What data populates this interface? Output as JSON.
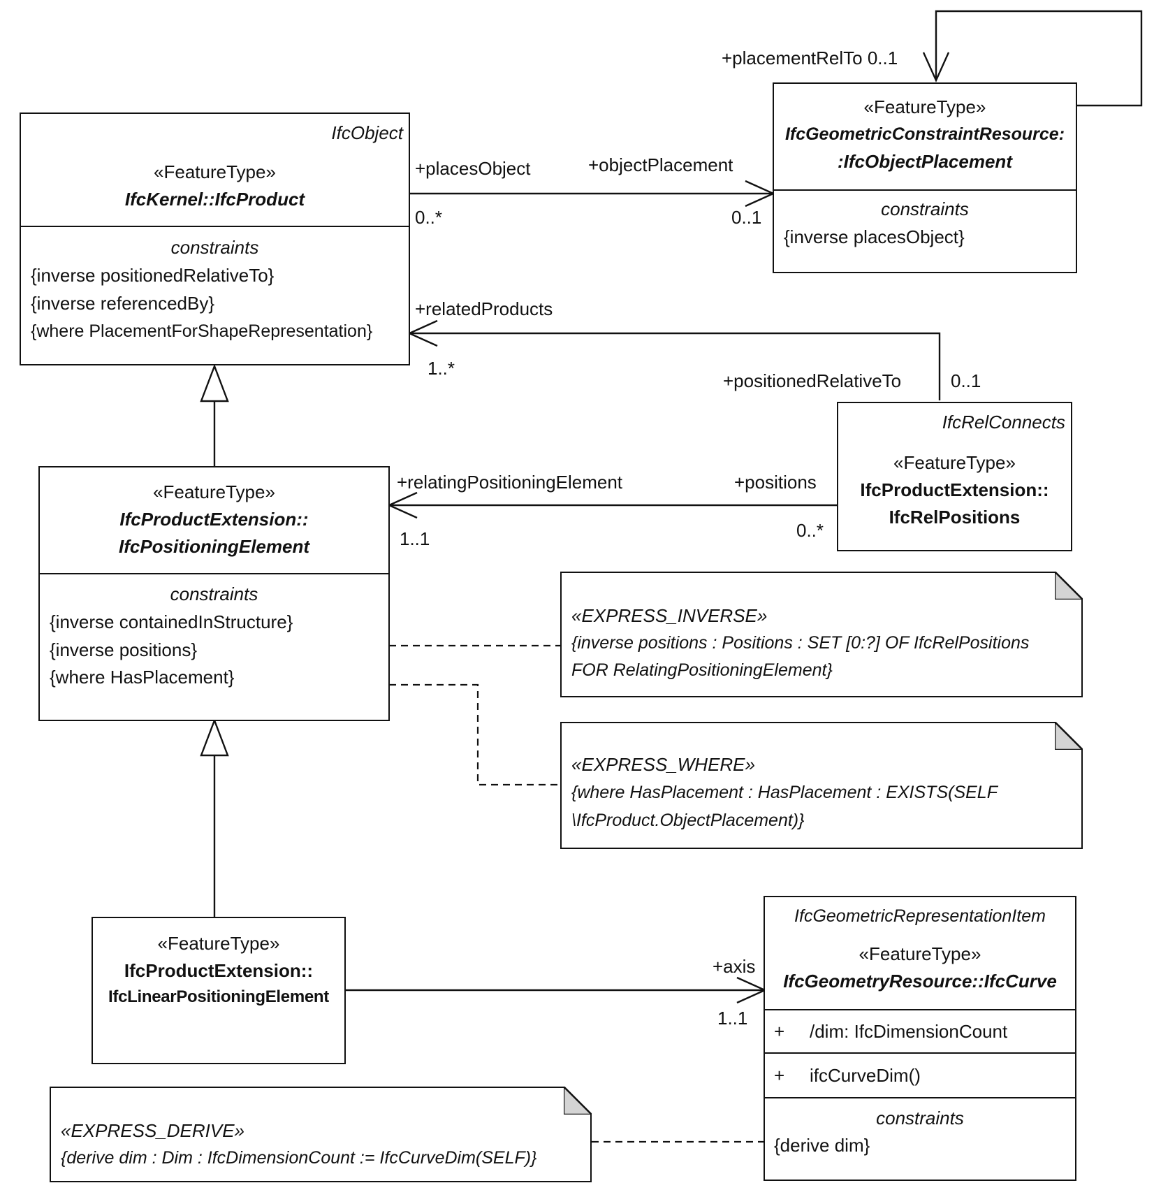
{
  "classes": {
    "ifc_product": {
      "parent": "IfcObject",
      "stereotype": "«FeatureType»",
      "name": "IfcKernel::IfcProduct",
      "constraints_title": "constraints",
      "constraints": [
        "{inverse positionedRelativeTo}",
        "{inverse referencedBy}",
        "{where PlacementForShapeRepresentation}"
      ]
    },
    "ifc_object_placement": {
      "stereotype": "«FeatureType»",
      "name_line1": "IfcGeometricConstraintResource:",
      "name_line2": ":IfcObjectPlacement",
      "constraints_title": "constraints",
      "constraints": [
        "{inverse placesObject}"
      ]
    },
    "ifc_rel_positions": {
      "parent": "IfcRelConnects",
      "stereotype": "«FeatureType»",
      "name_line1": "IfcProductExtension::",
      "name_line2": "IfcRelPositions"
    },
    "ifc_positioning_element": {
      "stereotype": "«FeatureType»",
      "name_line1": "IfcProductExtension::",
      "name_line2": "IfcPositioningElement",
      "constraints_title": "constraints",
      "constraints": [
        "{inverse containedInStructure}",
        "{inverse positions}",
        "{where HasPlacement}"
      ]
    },
    "ifc_linear_positioning_element": {
      "stereotype": "«FeatureType»",
      "name_line1": "IfcProductExtension::",
      "name_line2": "IfcLinearPositioningElement"
    },
    "ifc_curve": {
      "parent": "IfcGeometricRepresentationItem",
      "stereotype": "«FeatureType»",
      "name": "IfcGeometryResource::IfcCurve",
      "attribute_visibility": "+",
      "attribute": "/dim: IfcDimensionCount",
      "operation_visibility": "+",
      "operation": "ifcCurveDim()",
      "constraints_title": "constraints",
      "constraints": [
        "{derive dim}"
      ]
    }
  },
  "notes": {
    "express_inverse": {
      "stereotype": "«EXPRESS_INVERSE»",
      "lines": [
        "{inverse positions : Positions : SET [0:?] OF IfcRelPositions",
        "FOR RelatingPositioningElement}"
      ]
    },
    "express_where": {
      "stereotype": "«EXPRESS_WHERE»",
      "lines": [
        "{where HasPlacement : HasPlacement : EXISTS(SELF",
        "\\IfcProduct.ObjectPlacement)}"
      ]
    },
    "express_derive": {
      "stereotype": "«EXPRESS_DERIVE»",
      "lines": [
        "{derive dim : Dim : IfcDimensionCount := IfcCurveDim(SELF)}"
      ]
    }
  },
  "associations": {
    "self_placement": {
      "role": "+placementRelTo 0..1"
    },
    "product_placement": {
      "source_role": "+placesObject",
      "source_mult": "0..*",
      "target_role": "+objectPlacement",
      "target_mult": "0..1"
    },
    "related_products": {
      "target_role": "+relatedProducts",
      "target_mult": "1..*",
      "source_role": "+positionedRelativeTo",
      "source_mult": "0..1"
    },
    "relating_element": {
      "target_role": "+relatingPositioningElement",
      "target_mult": "1..1",
      "source_role": "+positions",
      "source_mult": "0..*"
    },
    "axis": {
      "role": "+axis",
      "mult": "1..1"
    }
  }
}
